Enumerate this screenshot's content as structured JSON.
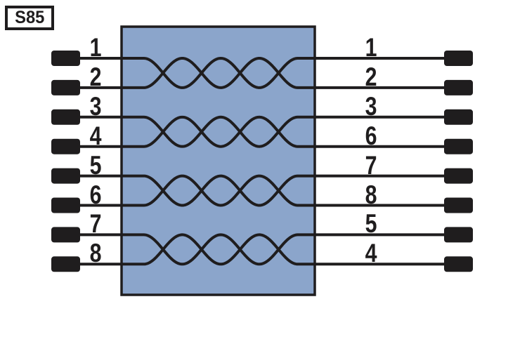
{
  "title": "S85",
  "colors": {
    "background": "#FFFFFF",
    "box_fill": "#8BA5CB",
    "line": "#1F1D1E",
    "pin": "#1F1D1E"
  },
  "rows": [
    {
      "left": "1",
      "right": "1"
    },
    {
      "left": "2",
      "right": "2"
    },
    {
      "left": "3",
      "right": "3"
    },
    {
      "left": "4",
      "right": "6"
    },
    {
      "left": "5",
      "right": "7"
    },
    {
      "left": "6",
      "right": "8"
    },
    {
      "left": "7",
      "right": "5"
    },
    {
      "left": "8",
      "right": "4"
    }
  ],
  "twisted_pairs": [
    {
      "rows": [
        "1",
        "2"
      ]
    },
    {
      "rows": [
        "3",
        "4"
      ]
    },
    {
      "rows": [
        "5",
        "6"
      ]
    },
    {
      "rows": [
        "7",
        "8"
      ]
    }
  ]
}
